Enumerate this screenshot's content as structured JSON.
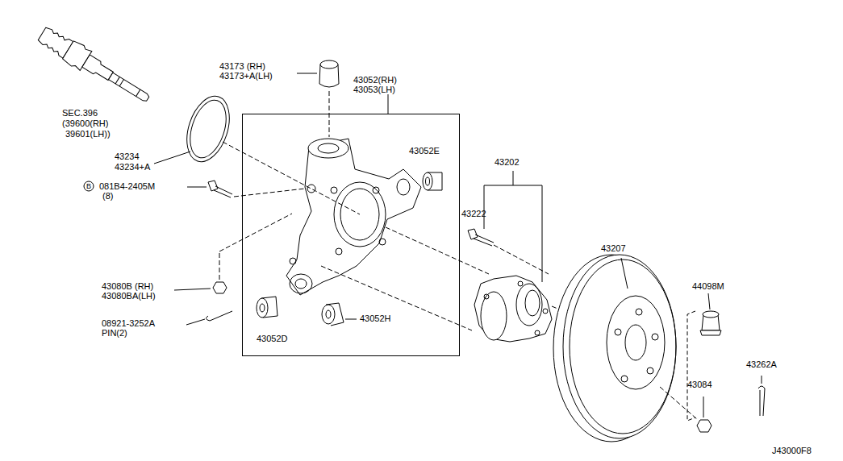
{
  "diagram": {
    "nodes": [
      {
        "text": [
          "43052(RH) 43053(LH)",
          "43052E",
          "43052D",
          "43052H"
        ]
      }
    ],
    "labels": [
      "43173 (RH)",
      "43173+A(LH)",
      "SEC.396",
      "(39600(RH)",
      "39601(LH))",
      "43234",
      "43234+A",
      "B",
      "081B4-2405M",
      "(8)",
      "43080B (RH)",
      "43080BA(LH)",
      "08921-3252A",
      "PIN(2)",
      "43202",
      "43222",
      "43207",
      "44098M",
      "43262A",
      "43084",
      "J43000F8"
    ]
  }
}
